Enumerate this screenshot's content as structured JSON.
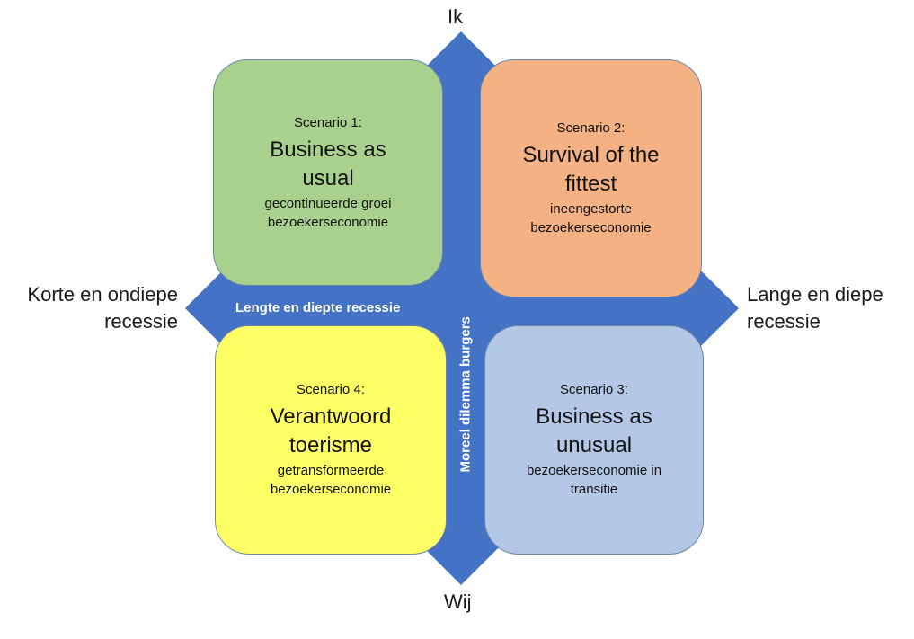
{
  "axes": {
    "top": "Ik",
    "bottom": "Wij",
    "left": [
      "Korte en ondiepe",
      "recessie"
    ],
    "right": [
      "Lange en diepe",
      "recessie"
    ],
    "horizontal_band": "Lengte en diepte recessie",
    "vertical_band": "Moreel dilemma burgers"
  },
  "colors": {
    "diamond": "#4472c4",
    "scenario1": "#a9d18e",
    "scenario2": "#f4b183",
    "scenario3": "#b4c7e7",
    "scenario4": "#ffff66"
  },
  "scenarios": [
    {
      "label": "Scenario 1:",
      "title_lines": [
        "Business as",
        "usual"
      ],
      "desc_lines": [
        "gecontinueerde groei",
        "bezoekerseconomie"
      ]
    },
    {
      "label": "Scenario 2:",
      "title_lines": [
        "Survival of the",
        "fittest"
      ],
      "desc_lines": [
        "ineengestorte",
        "bezoekerseconomie"
      ]
    },
    {
      "label": "Scenario 3:",
      "title_lines": [
        "Business as",
        "unusual"
      ],
      "desc_lines": [
        "bezoekerseconomie in",
        "transitie"
      ]
    },
    {
      "label": "Scenario 4:",
      "title_lines": [
        "Verantwoord",
        "toerisme"
      ],
      "desc_lines": [
        "getransformeerde",
        "bezoekerseconomie"
      ]
    }
  ]
}
